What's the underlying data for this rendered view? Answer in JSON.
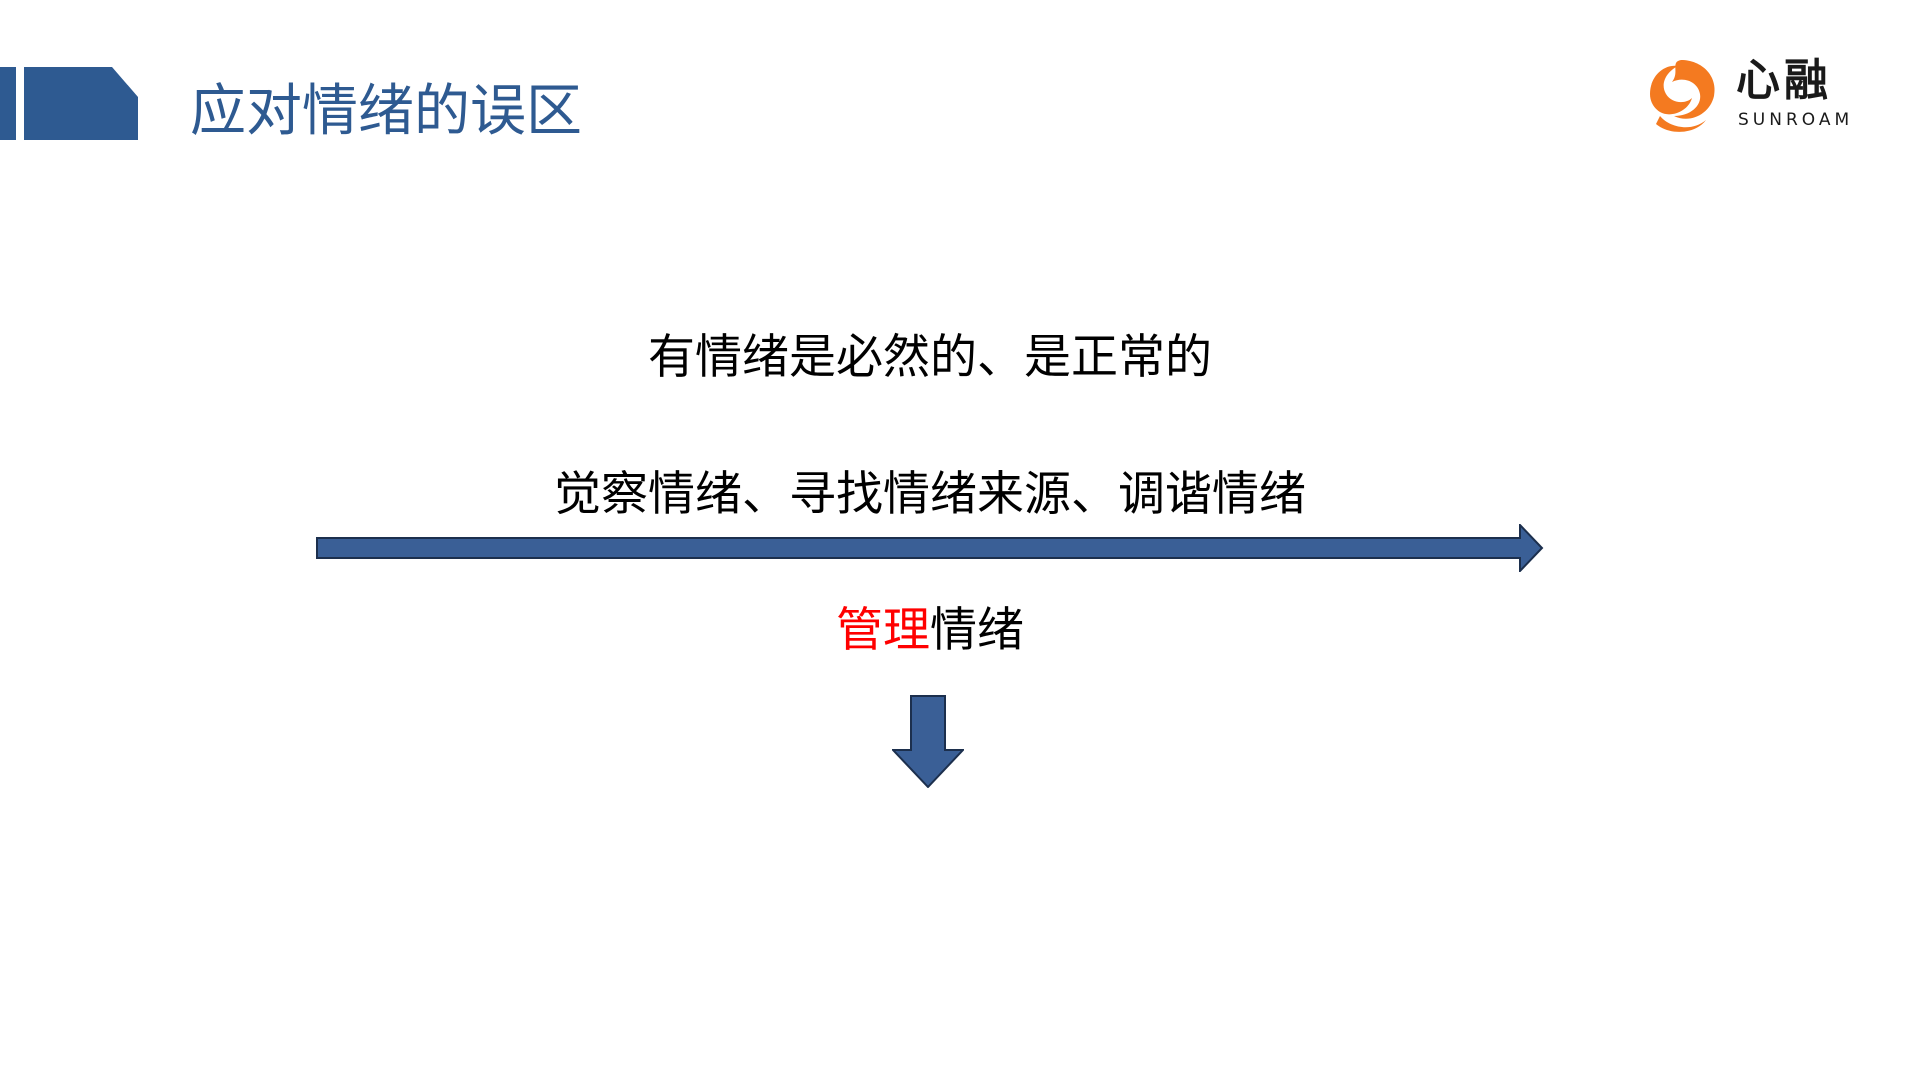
{
  "header": {
    "title": "应对情绪的误区",
    "accent_color": "#2e5a91"
  },
  "logo": {
    "chinese_text": "心融",
    "english_text": "SUNROAM",
    "mark_icon": "sun-swirl-icon",
    "brand_color": "#f47a20"
  },
  "content": {
    "line1": "有情绪是必然的、是正常的",
    "line2": "觉察情绪、寻找情绪来源、调谐情绪",
    "line3_highlight": "管理",
    "line3_rest": "情绪",
    "highlight_color": "#ff0000",
    "arrow_color": "#3a5f96"
  }
}
